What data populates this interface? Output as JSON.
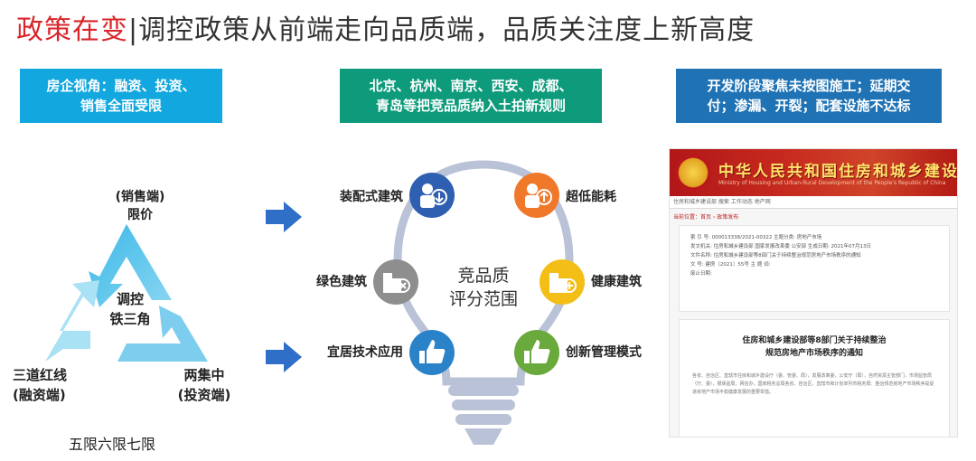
{
  "title": {
    "highlight": "政策在变",
    "rest": "|调控政策从前端走向品质端，品质关注度上新高度"
  },
  "banners": [
    {
      "line1": "房企视角：融资、投资、",
      "line2": "销售全面受限",
      "color": "#13a7df"
    },
    {
      "line1": "北京、杭州、南京、西安、成都、",
      "line2": "青岛等把竞品质纳入土拍新规则",
      "color": "#0e9b7b"
    },
    {
      "line1": "开发阶段聚焦未按图施工；延期交",
      "line2": "付；渗漏、开裂；配套设施不达标",
      "color": "#1f73b5"
    }
  ],
  "triangle": {
    "top_line1": "(销售端)",
    "top_line2": "限价",
    "center_line1": "调控",
    "center_line2": "铁三角",
    "left_line1": "三道红线",
    "left_line2": "(融资端)",
    "right_line1": "两集中",
    "right_line2": "(投资端)",
    "footer": "五限六限七限"
  },
  "bulb": {
    "center_line1": "竞品质",
    "center_line2": "评分范围",
    "items": [
      {
        "label": "装配式建筑",
        "icon": "download-person-icon",
        "color": "#2f5fb0"
      },
      {
        "label": "超低能耗",
        "icon": "upload-person-icon",
        "color": "#f0782a"
      },
      {
        "label": "绿色建筑",
        "icon": "building-cancel-icon",
        "color": "#8e8e8e"
      },
      {
        "label": "健康建筑",
        "icon": "building-plus-icon",
        "color": "#f3be16"
      },
      {
        "label": "宜居技术应用",
        "icon": "thumbs-up-icon",
        "color": "#2a82c9"
      },
      {
        "label": "创新管理模式",
        "icon": "thumbs-up-icon",
        "color": "#6aa93b"
      }
    ]
  },
  "document": {
    "header_title": "中华人民共和国住房和城乡建设部",
    "header_sub": "Ministry of Housing and Urban-Rural Development of the People's Republic of China",
    "nav_text": "住房和城乡建设部   搜索   工作动态  地产网",
    "breadcrumb": "当前位置：首页 › 政策发布",
    "meta_lines": [
      "索 引 号: 000013338/2021-00322                       主题分类: 房地产市场",
      "发文机关: 住房和城乡建设部 国家发展改革委 公安部           生成日期: 2021年07月13日",
      "文件名称: 住房和城乡建设部等8部门关于持续整治规范房地产市场秩序的通知",
      "文    号: 建房〔2021〕55号                             主 题 词:",
      "废止日期:"
    ],
    "notice_title_line1": "住房和城乡建设部等8部门关于持续整治",
    "notice_title_line2": "规范房地产市场秩序的通知",
    "notice_body": "各省、自治区、直辖市住房和城乡建设厅（委、管委、局），发展改革委，公安厅（局），自然资源主管部门，市场监管局（厅、委），银保监局，网信办，国家税务总局各省、自治区、直辖市和计划单列市税务局：整治规范房地产市场秩序是促进房地产市场平稳健康发展的重要举措。"
  }
}
